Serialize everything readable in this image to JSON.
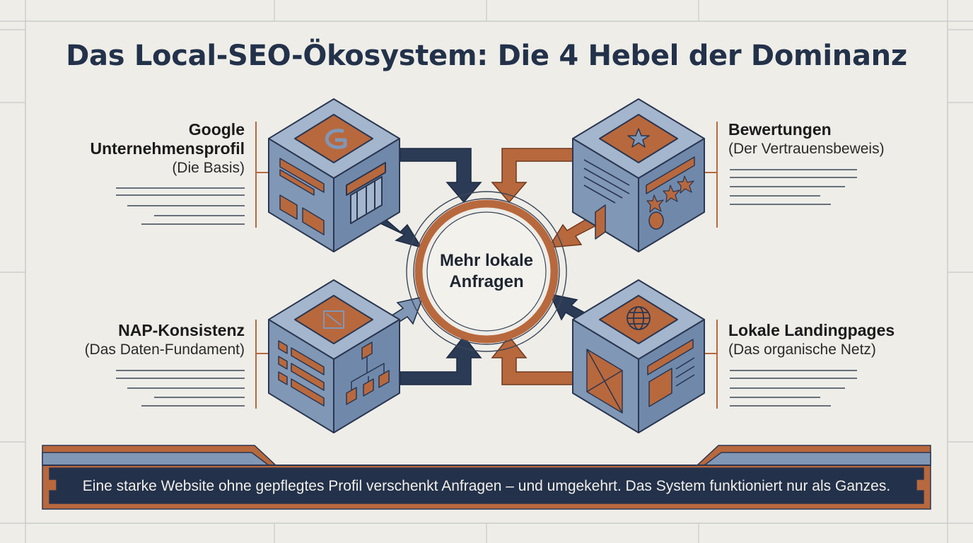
{
  "title": "Das Local-SEO-Ökosystem: Die 4 Hebel der Dominanz",
  "hub": {
    "line1": "Mehr lokale",
    "line2": "Anfragen"
  },
  "levers": {
    "gbp": {
      "name_line1": "Google",
      "name_line2": "Unternehmensprofil",
      "subtitle": "(Die Basis)",
      "icon": "google-g-icon"
    },
    "reviews": {
      "name": "Bewertungen",
      "subtitle": "(Der Vertrauensbeweis)",
      "icon": "star-icon"
    },
    "nap": {
      "name": "NAP-Konsistenz",
      "subtitle": "(Das Daten-Fundament)",
      "icon": "data-sitemap-icon"
    },
    "landing": {
      "name": "Lokale Landingpages",
      "subtitle": "(Das organische Netz)",
      "icon": "globe-icon"
    }
  },
  "banner": "Eine starke Website ohne gepflegtes Profil verschenkt Anfragen – und umgekehrt. Das System funktioniert nur als Ganzes.",
  "colors": {
    "navy": "#2c3b55",
    "copper": "#b8683d",
    "steel": "#8097b6",
    "background": "#eeede8"
  }
}
